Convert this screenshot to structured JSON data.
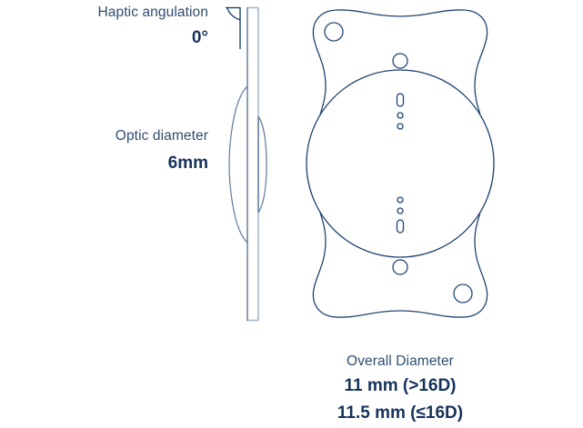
{
  "labels": {
    "haptic_angulation": {
      "title": "Haptic angulation",
      "value": "0°"
    },
    "optic_diameter": {
      "title": "Optic diameter",
      "value": "6mm"
    },
    "overall_diameter": {
      "title": "Overall Diameter",
      "value_line1": "11 mm (>16D)",
      "value_line2": "11.5 mm (≤16D)"
    }
  },
  "colors": {
    "outline_dark": "#1f4470",
    "outline_light": "#a9b8cb",
    "side_profile": "#5f7a99",
    "text_dark": "#16335a",
    "text_light": "#2e4d70"
  },
  "views": {
    "side_view": "lens-side-profile",
    "front_view": "lens-front-view"
  }
}
